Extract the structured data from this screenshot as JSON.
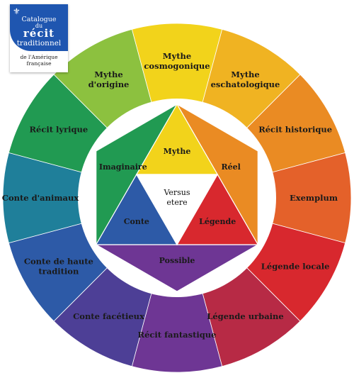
{
  "logo": {
    "icon": "fleur-de-lis-icon",
    "line1": "Catalogue",
    "line2": "du",
    "line3": "récit",
    "line4": "traditionnel",
    "sub1": "de l'Amérique",
    "sub2": "française"
  },
  "wheel": {
    "segments": [
      {
        "label": [
          "Mythe",
          "cosmogonique"
        ],
        "color": "#f2d31b"
      },
      {
        "label": [
          "Mythe",
          "eschatologique"
        ],
        "color": "#f0b322"
      },
      {
        "label": [
          "Récit historique"
        ],
        "color": "#ea8b23"
      },
      {
        "label": [
          "Exemplum"
        ],
        "color": "#e4612a"
      },
      {
        "label": [
          "Légende locale"
        ],
        "color": "#d8282e"
      },
      {
        "label": [
          "Légende urbaine"
        ],
        "color": "#b72a45"
      },
      {
        "label": [
          "Récit fantastique"
        ],
        "color": "#6e3694"
      },
      {
        "label": [
          "Conte facétieux"
        ],
        "color": "#4d3f96"
      },
      {
        "label": [
          "Conte de haute",
          "tradition"
        ],
        "color": "#2d5aa7"
      },
      {
        "label": [
          "Conte d'animaux"
        ],
        "color": "#1f7f9a"
      },
      {
        "label": [
          "Récit lyrique"
        ],
        "color": "#219a52"
      },
      {
        "label": [
          "Mythe",
          "d'origine"
        ],
        "color": "#8cc13f"
      }
    ],
    "inner": {
      "mythe": {
        "label": "Mythe",
        "color": "#f2d31b"
      },
      "reel": {
        "label": "Réel",
        "color": "#ea8b23"
      },
      "legende": {
        "label": "Légende",
        "color": "#d8282e"
      },
      "possible": {
        "label": "Possible",
        "color": "#6e3694"
      },
      "conte": {
        "label": "Conte",
        "color": "#2d5aa7"
      },
      "imaginaire": {
        "label": "Imaginaire",
        "color": "#219a52"
      }
    },
    "center": {
      "line1": "Versus",
      "line2": "etere",
      "color": "#ffffff"
    }
  }
}
